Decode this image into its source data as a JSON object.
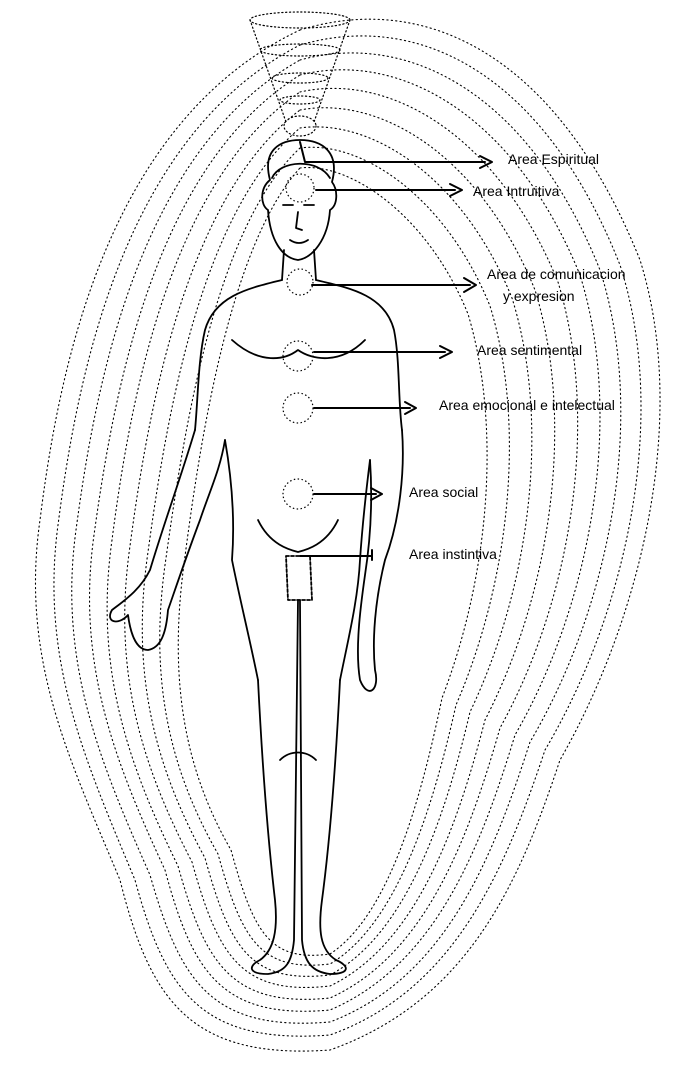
{
  "colors": {
    "ink": "#000000",
    "background": "#ffffff"
  },
  "labels": {
    "espiritual": "Area Espiritual",
    "intuitiva": "Area Intruitiva",
    "comunicacion_line1": "Area de comunicacion",
    "comunicacion_line2": "y expresion",
    "sentimental": "Area sentimental",
    "emocional": "Area emocional  e intelectual",
    "social": "Area social",
    "instintiva": "Area instintiva"
  }
}
